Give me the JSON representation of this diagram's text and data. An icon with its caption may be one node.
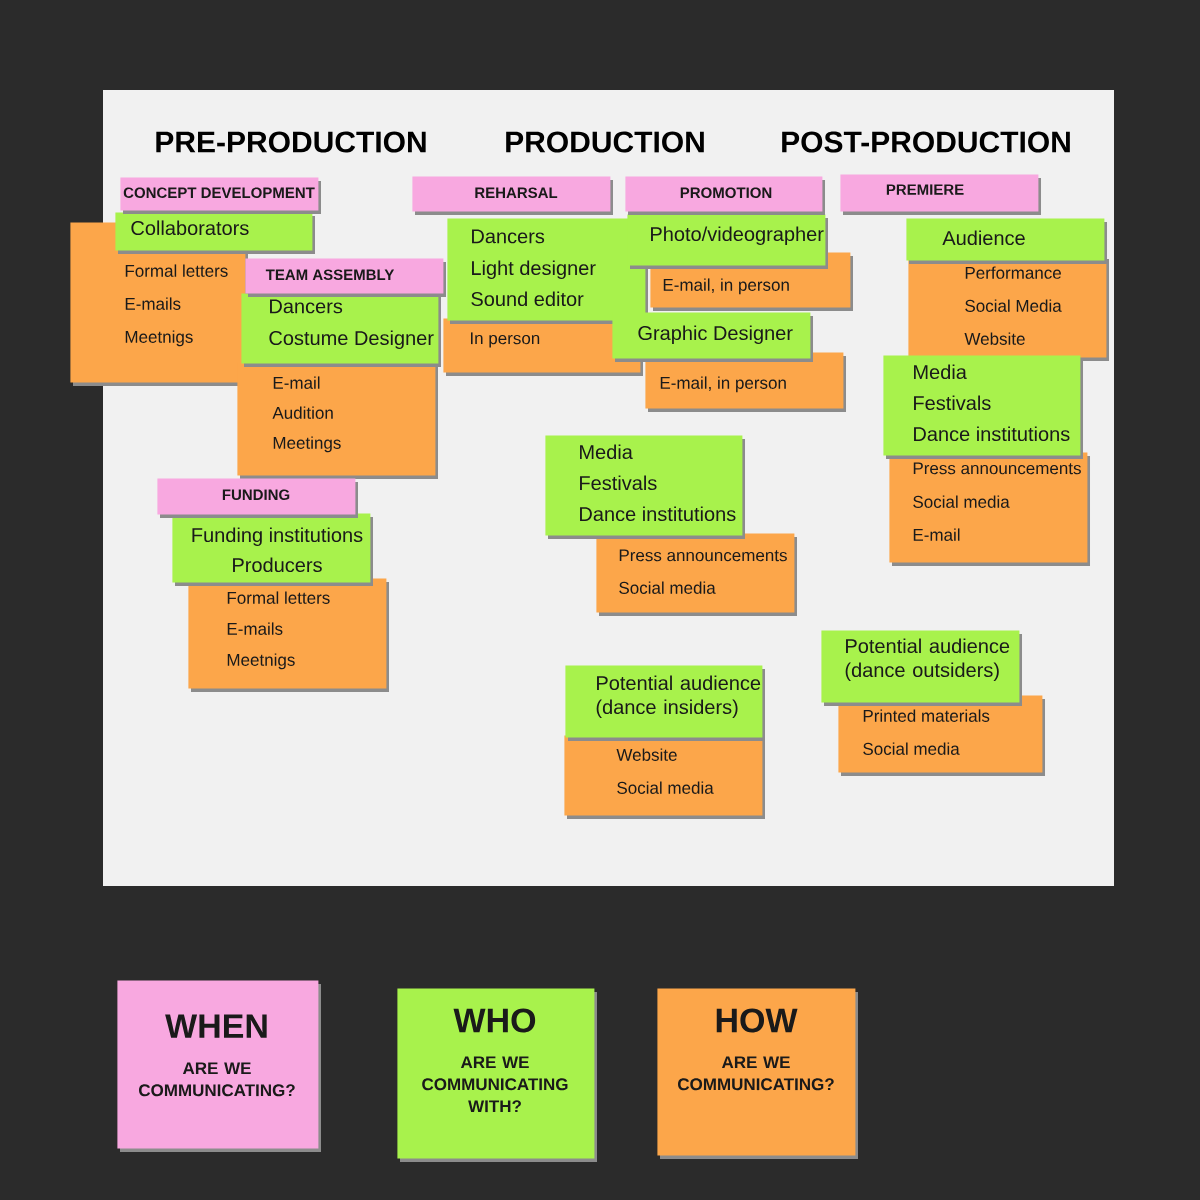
{
  "diagram": {
    "labels": [
      "PRE-PRODUCTION",
      "PRODUCTION",
      "POST-PRODUCTION"
    ],
    "nodes": [
      {
        "text": [
          "CONCEPT DEVELOPMENT"
        ]
      },
      {
        "text": [
          "Collaborators"
        ]
      },
      {
        "text": [
          "Formal letters",
          "E-mails",
          "Meetnigs"
        ]
      },
      {
        "text": [
          "TEAM ASSEMBLY"
        ]
      },
      {
        "text": [
          "Dancers",
          "Costume Designer"
        ]
      },
      {
        "text": [
          "E-mail",
          "Audition",
          "Meetings"
        ]
      },
      {
        "text": [
          "FUNDING"
        ]
      },
      {
        "text": [
          "Funding institutions",
          "Producers"
        ]
      },
      {
        "text": [
          "Formal letters",
          "E-mails",
          "Meetnigs"
        ]
      },
      {
        "text": [
          "REHARSAL"
        ]
      },
      {
        "text": [
          "Dancers",
          "Light designer",
          "Sound editor"
        ]
      },
      {
        "text": [
          "In person"
        ]
      },
      {
        "text": [
          "PROMOTION"
        ]
      },
      {
        "text": [
          "Photo/videographer"
        ]
      },
      {
        "text": [
          "E-mail, in person"
        ]
      },
      {
        "text": [
          "Graphic Designer"
        ]
      },
      {
        "text": [
          "E-mail, in person"
        ]
      },
      {
        "text": [
          "Media",
          "Festivals",
          "Dance institutions"
        ]
      },
      {
        "text": [
          "Press announcements",
          "Social media"
        ]
      },
      {
        "text": [
          "Potential audience (dance insiders)"
        ]
      },
      {
        "text": [
          "Website",
          "Social media"
        ]
      },
      {
        "text": [
          "PREMIERE"
        ]
      },
      {
        "text": [
          "Audience"
        ]
      },
      {
        "text": [
          "Performance",
          "Social Media",
          "Website"
        ]
      },
      {
        "text": [
          "Media",
          "Festivals",
          "Dance institutions"
        ]
      },
      {
        "text": [
          "Press announcements",
          "Social media",
          "E-mail"
        ]
      },
      {
        "text": [
          "Potential audience (dance outsiders)"
        ]
      },
      {
        "text": [
          "Printed materials",
          "Social media"
        ]
      },
      {
        "text": [
          "WHEN",
          "ARE WE COMMUNICATING?"
        ]
      },
      {
        "text": [
          "WHO",
          "ARE WE COMMUNICATING WITH?"
        ]
      },
      {
        "text": [
          "HOW",
          "ARE WE COMMUNICATING?"
        ]
      }
    ]
  }
}
